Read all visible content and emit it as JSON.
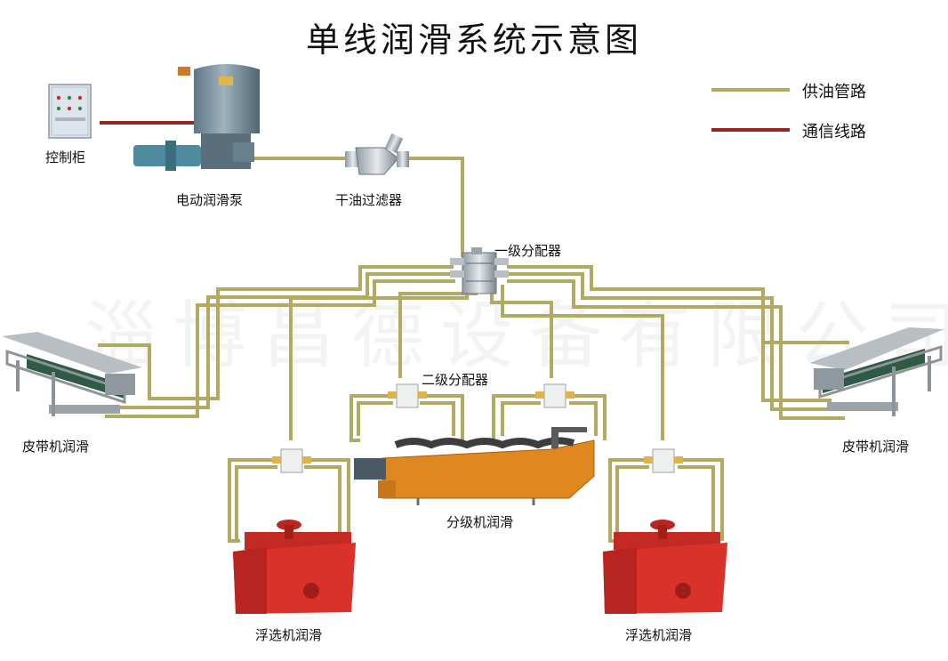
{
  "title": "单线润滑系统示意图",
  "watermark": "淄博昌德设备有限公司",
  "legend": {
    "supply_line": "供油管路",
    "signal_line": "通信线路"
  },
  "colors": {
    "supply_line": "#b2aa61",
    "signal_line": "#9b2323",
    "equipment_red": "#d8322b",
    "classifier_orange": "#e08820",
    "belt_green": "#2f5a45"
  },
  "labels": {
    "control_cabinet": "控制柜",
    "electric_pump": "电动润滑泵",
    "oil_filter": "干油过滤器",
    "primary_distributor": "一级分配器",
    "secondary_distributor": "二级分配器",
    "belt_left": "皮带机润滑",
    "belt_right": "皮带机润滑",
    "classifier": "分级机润滑",
    "flotation_left": "浮选机润滑",
    "flotation_right": "浮选机润滑"
  }
}
